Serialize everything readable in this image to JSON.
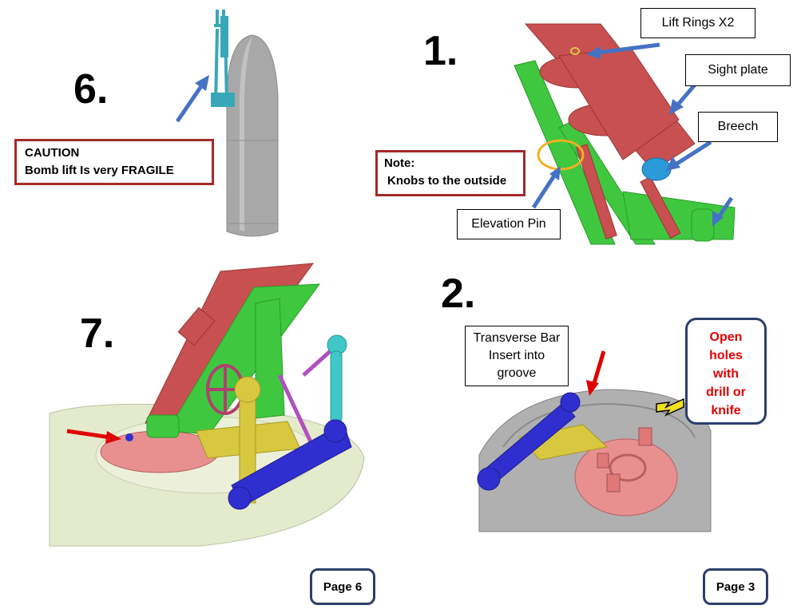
{
  "steps": {
    "six": "6.",
    "one": "1.",
    "seven": "7.",
    "two": "2."
  },
  "step6": {
    "caution_title": "CAUTION",
    "caution_text": "Bomb lift Is very FRAGILE"
  },
  "step1": {
    "lift_rings": "Lift Rings X2",
    "sight_plate": "Sight plate",
    "breech": "Breech",
    "note_title": "Note:",
    "note_text": "Knobs to the outside",
    "elevation_pin": "Elevation Pin"
  },
  "step2": {
    "transverse_line1": "Transverse Bar",
    "transverse_line2": "Insert into",
    "transverse_line3": "groove",
    "open_line1": "Open",
    "open_line2": "holes",
    "open_line3": "with",
    "open_line4": "drill or",
    "open_line5": "knife"
  },
  "pages": {
    "left": "Page 6",
    "right": "Page 3"
  },
  "colors": {
    "barrel_red": "#c85050",
    "bipod_green": "#3fc83f",
    "bomb_gray": "#a8a8a8",
    "baseplate_cream": "#e4ebcd",
    "mount_pink": "#e89090",
    "bar_blue": "#2f2fd0",
    "yoke_yellow": "#d8c840",
    "cyan_parts": "#40c8c8",
    "arrow_blue": "#4472c4",
    "arrow_red": "#e00000",
    "arrow_yellow": "#f0e020",
    "box_border_red": "#a52a2a",
    "box_border_navy": "#2b3f6b"
  }
}
